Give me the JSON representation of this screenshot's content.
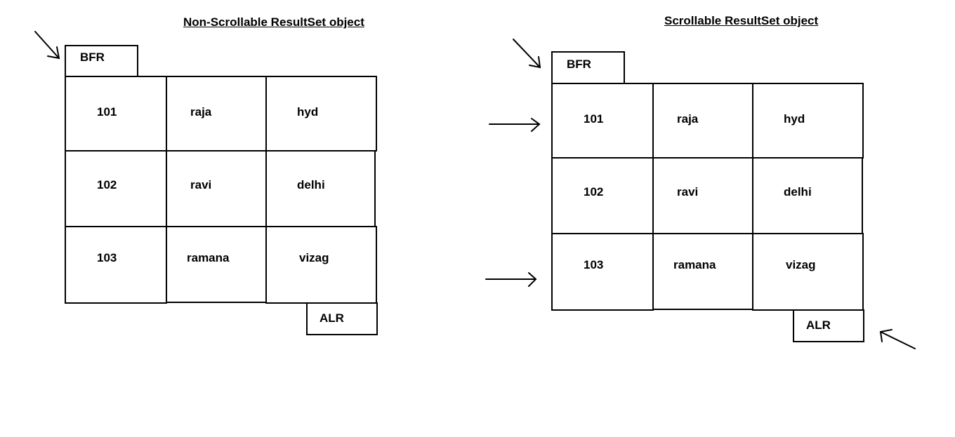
{
  "left_diagram": {
    "title": "Non-Scrollable ResultSet object",
    "bfr_label": "BFR",
    "alr_label": "ALR",
    "rows": [
      [
        "101",
        "raja",
        "hyd"
      ],
      [
        "102",
        "ravi",
        "delhi"
      ],
      [
        "103",
        "ramana",
        "vizag"
      ]
    ]
  },
  "right_diagram": {
    "title": "Scrollable ResultSet object",
    "bfr_label": "BFR",
    "alr_label": "ALR",
    "rows": [
      [
        "101",
        "raja",
        "hyd"
      ],
      [
        "102",
        "ravi",
        "delhi"
      ],
      [
        "103",
        "ramana",
        "vizag"
      ]
    ]
  }
}
